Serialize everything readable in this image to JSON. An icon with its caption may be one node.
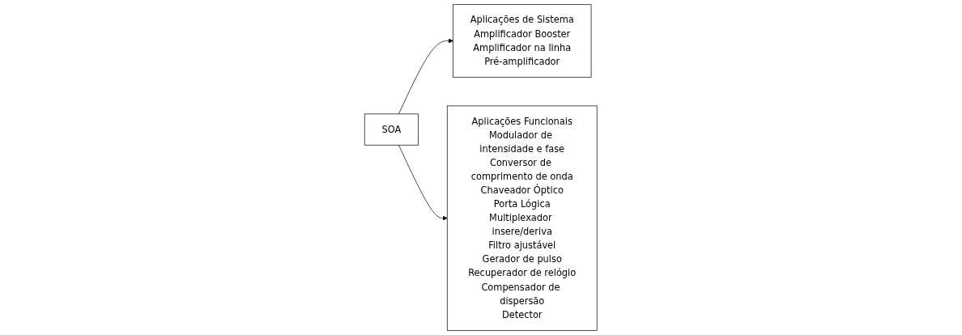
{
  "diagram": {
    "nodes": [
      {
        "text": [
          "Aplicações de Sistema",
          "Amplificador Booster",
          "Amplificador na linha",
          "Pré-amplificador"
        ]
      },
      {
        "text": [
          "SOA"
        ]
      },
      {
        "text": [
          "Aplicações Funcionais",
          "Modulador de intensidade e fase",
          "Conversor de comprimento de onda",
          "Chaveador Óptico",
          "Porta Lógica",
          "Multiplexador insere/deriva",
          "Filtro ajustável",
          "Gerador de pulso",
          "Recuperador de relógio",
          "Compensador de dispersão",
          "Detector"
        ]
      }
    ],
    "edges": [
      {
        "from": 1,
        "to": 0,
        "arrow": "to"
      },
      {
        "from": 1,
        "to": 2,
        "arrow": "to"
      }
    ]
  }
}
